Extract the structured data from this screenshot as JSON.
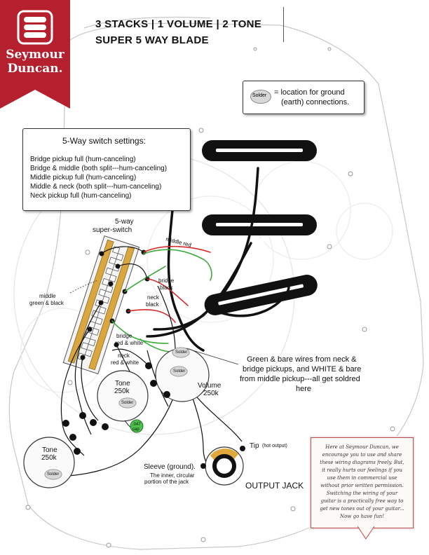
{
  "brand": {
    "line1": "Seymour",
    "line2": "Duncan.",
    "ribbon_color": "#b5202e"
  },
  "title": {
    "line1": "3 STACKS | 1 VOLUME | 2 TONE",
    "line2": "SUPER 5 WAY BLADE"
  },
  "legend": {
    "solder_text": "Solder",
    "description_line1": "= location for ground",
    "description_line2": "(earth) connections."
  },
  "switch_settings": {
    "heading": "5-Way switch settings:",
    "items": [
      "Bridge pickup full (hum-canceling)",
      "Bridge & middle (both split---hum-canceling)",
      "Middle pickup full (hum-canceling)",
      "Middle & neck (both split---hum-canceling)",
      "Neck pickup full (hum-canceling)"
    ]
  },
  "labels": {
    "switch_line1": "5-way",
    "switch_line2": "super-switch",
    "middle_red": "middle red",
    "bridge_black_1": "bridge",
    "bridge_black_2": "black",
    "neck_black_1": "neck",
    "neck_black_2": "black",
    "middle_gb_1": "middle",
    "middle_gb_2": "green & black",
    "bridge_rw_1": "bridge",
    "bridge_rw_2": "red & white",
    "neck_rw_1": "neck",
    "neck_rw_2": "red & white",
    "tone1_1": "Tone",
    "tone1_2": "250k",
    "tone2_1": "Tone",
    "tone2_2": "250k",
    "volume_1": "Volume",
    "volume_2": "250k",
    "solder": "Solder",
    "cap_1": ".047",
    "cap_2": "cap",
    "ground_note_1": "Green & bare wires from neck &",
    "ground_note_2": "bridge pickups, and WHITE & bare",
    "ground_note_3": "from middle pickup---all get soldred",
    "ground_note_4": "here",
    "tip": "Tip",
    "tip_hot": "(hot output)",
    "sleeve_1": "Sleeve (ground).",
    "sleeve_2": "The inner, circular",
    "sleeve_3": "portion of the jack",
    "output_jack": "OUTPUT JACK"
  },
  "note": {
    "text": "Here at Seymour Duncan, we encourage you to use and share these wiring diagrams freely. But, it really hurts our feelings if you use them in commercial use without prior written permission. Switching the wiring of your guitar is a practically free way to get new tones out of your guitar... Now go have fun!"
  },
  "colors": {
    "wire_red": "#d42a2a",
    "wire_green": "#3aa83a",
    "wire_black": "#111111",
    "switch_wood": "#d9a640",
    "cap_green": "#4cc04c",
    "note_border": "#b84a4a"
  }
}
